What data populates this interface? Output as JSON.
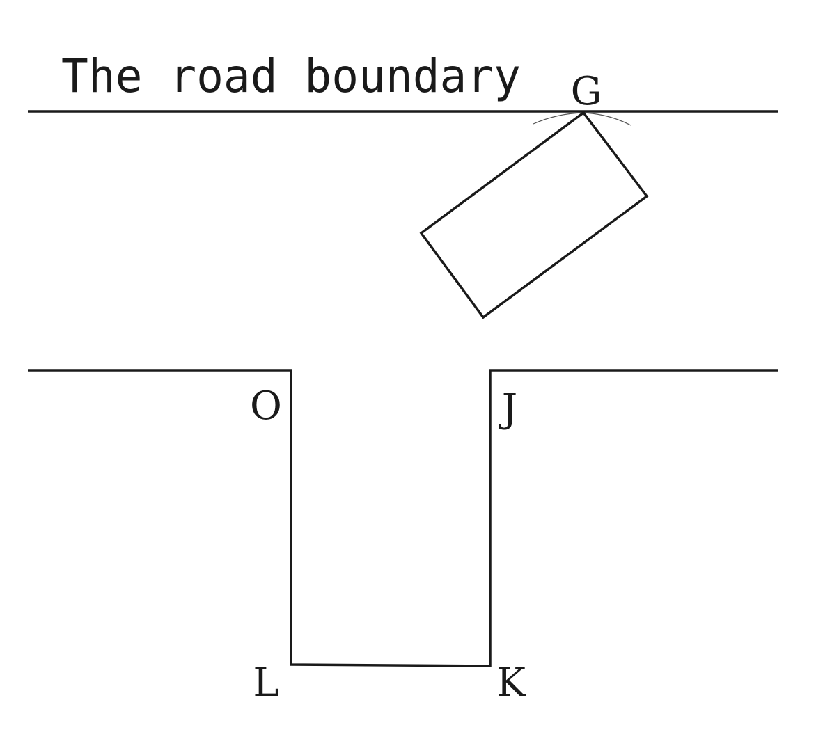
{
  "diagram": {
    "title": "The road boundary",
    "points": {
      "G": "G",
      "O": "O",
      "J": "J",
      "L": "L",
      "K": "K"
    },
    "colors": {
      "stroke": "#1a1a1a",
      "background": "#ffffff"
    }
  }
}
